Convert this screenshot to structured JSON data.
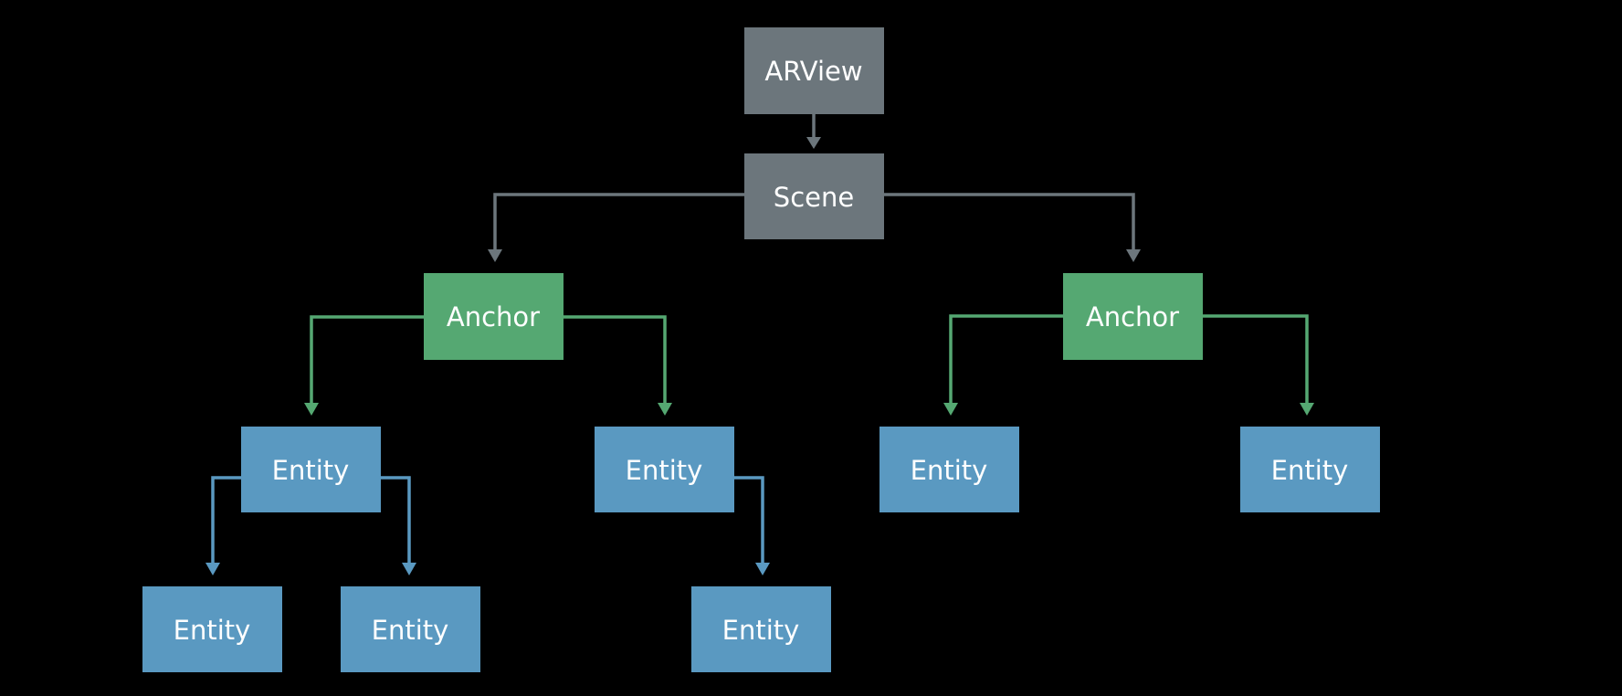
{
  "colors": {
    "background": "#000000",
    "root": "#6c767c",
    "anchor": "#55a872",
    "entity": "#5a99c1",
    "text": "#ffffff"
  },
  "nodes": {
    "arview": {
      "label": "ARView",
      "kind": "root"
    },
    "scene": {
      "label": "Scene",
      "kind": "root"
    },
    "anchor_left": {
      "label": "Anchor",
      "kind": "anchor"
    },
    "anchor_right": {
      "label": "Anchor",
      "kind": "anchor"
    },
    "entity_1": {
      "label": "Entity",
      "kind": "entity"
    },
    "entity_2": {
      "label": "Entity",
      "kind": "entity"
    },
    "entity_3": {
      "label": "Entity",
      "kind": "entity"
    },
    "entity_4": {
      "label": "Entity",
      "kind": "entity"
    },
    "entity_1a": {
      "label": "Entity",
      "kind": "entity"
    },
    "entity_1b": {
      "label": "Entity",
      "kind": "entity"
    },
    "entity_2a": {
      "label": "Entity",
      "kind": "entity"
    }
  },
  "edges": [
    {
      "from": "arview",
      "to": "scene"
    },
    {
      "from": "scene",
      "to": "anchor_left"
    },
    {
      "from": "scene",
      "to": "anchor_right"
    },
    {
      "from": "anchor_left",
      "to": "entity_1"
    },
    {
      "from": "anchor_left",
      "to": "entity_2"
    },
    {
      "from": "anchor_right",
      "to": "entity_3"
    },
    {
      "from": "anchor_right",
      "to": "entity_4"
    },
    {
      "from": "entity_1",
      "to": "entity_1a"
    },
    {
      "from": "entity_1",
      "to": "entity_1b"
    },
    {
      "from": "entity_2",
      "to": "entity_2a"
    }
  ]
}
